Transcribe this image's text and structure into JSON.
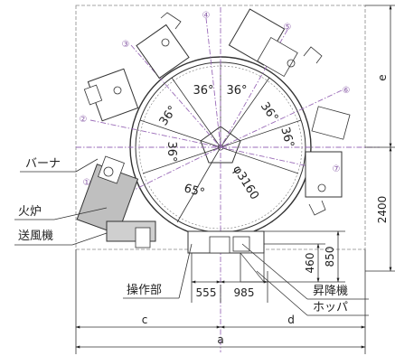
{
  "burner_numbers": [
    "①",
    "②",
    "③",
    "④",
    "⑤",
    "⑥",
    "⑦"
  ],
  "angles": [
    "36°",
    "36°",
    "36°",
    "36°",
    "36°",
    "36°",
    "65°"
  ],
  "diameter_label": "φ3160",
  "labels": {
    "burner": "バーナ",
    "furnace": "火炉",
    "blower": "送風機",
    "control": "操作部",
    "lift": "昇降機",
    "hopper": "ホッパ"
  },
  "dimensions": {
    "d555": "555",
    "d985": "985",
    "d460": "460",
    "d850": "850",
    "d2400": "2400",
    "a": "a",
    "c": "c",
    "d": "d",
    "e": "e"
  },
  "colors": {
    "accent": "#8a5ea8",
    "fill_gray": "#bfbfbf",
    "line": "#333333"
  }
}
